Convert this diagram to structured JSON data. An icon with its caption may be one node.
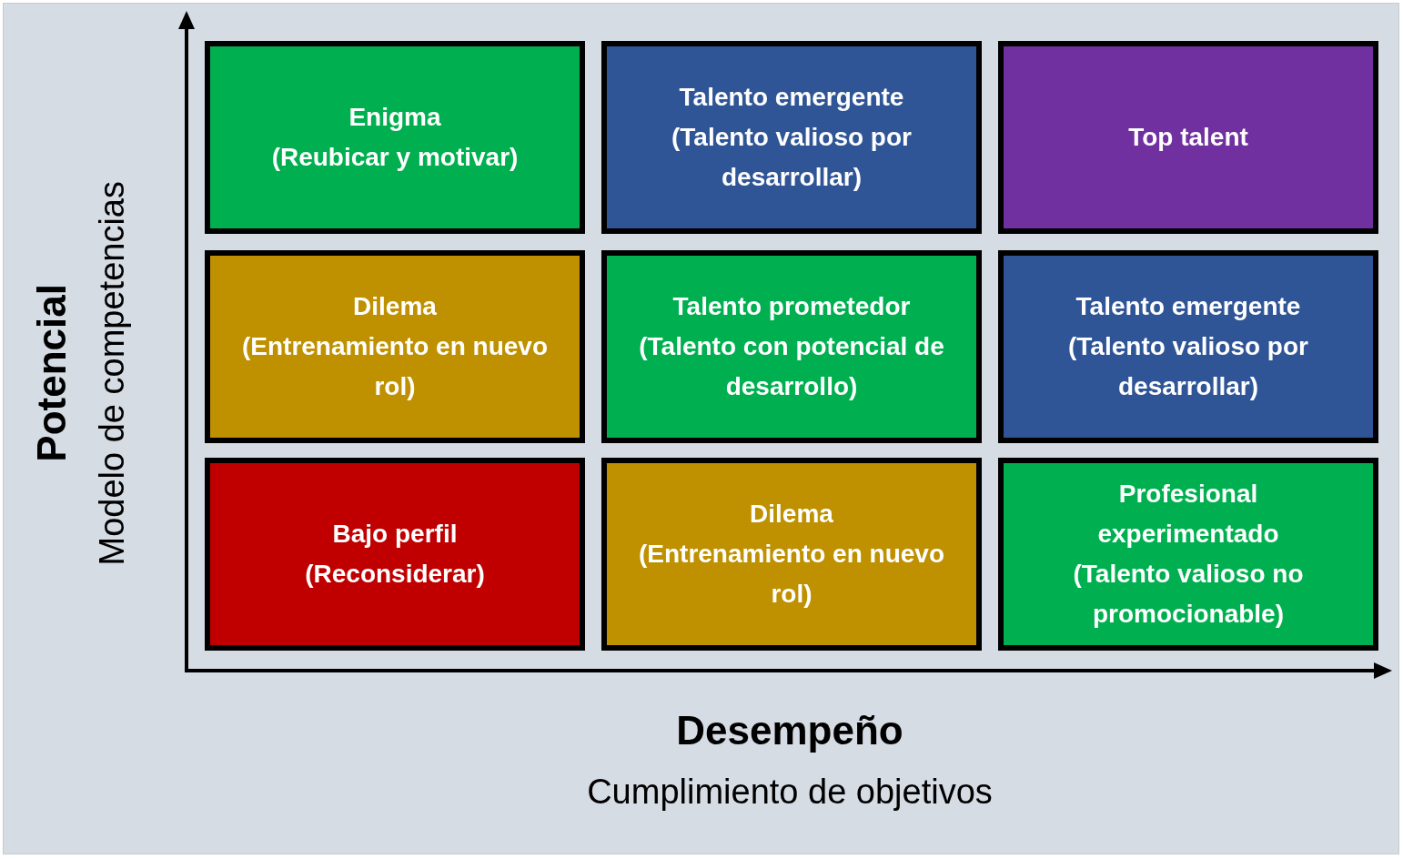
{
  "diagram": {
    "nodes": [
      {
        "text": [
          "Enigma",
          "(Reubicar y motivar)"
        ]
      },
      {
        "text": [
          "Talento emergente",
          "(Talento valioso por desarrollar)"
        ]
      },
      {
        "text": [
          "Top talent"
        ]
      },
      {
        "text": [
          "Dilema",
          "(Entrenamiento en nuevo rol)"
        ]
      },
      {
        "text": [
          "Talento prometedor",
          "(Talento con potencial de desarrollo)"
        ]
      },
      {
        "text": [
          "Talento emergente",
          "(Talento valioso por desarrollar)"
        ]
      },
      {
        "text": [
          "Bajo perfil",
          "(Reconsiderar)"
        ]
      },
      {
        "text": [
          "Dilema",
          "(Entrenamiento en nuevo rol)"
        ]
      },
      {
        "text": [
          "Profesional experimentado",
          "(Talento valioso no promocionable)"
        ]
      }
    ],
    "edges": [],
    "labels": [
      "Potencial",
      "Modelo de competencias",
      "Desempeño",
      "Cumplimiento de objetivos"
    ]
  }
}
